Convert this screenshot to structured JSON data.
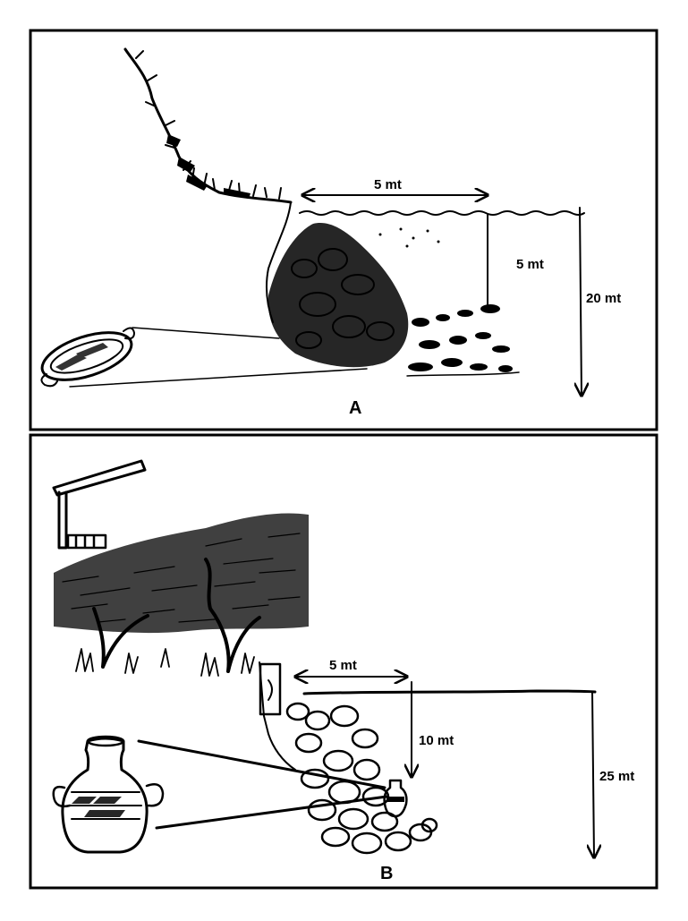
{
  "panel_a": {
    "label": "A",
    "width_label": "5 mt",
    "depth_label": "5 mt",
    "total_depth_label": "20 mt"
  },
  "panel_b": {
    "label": "B",
    "width_label": "5 mt",
    "depth_label": "10 mt",
    "total_depth_label": "25 mt"
  }
}
